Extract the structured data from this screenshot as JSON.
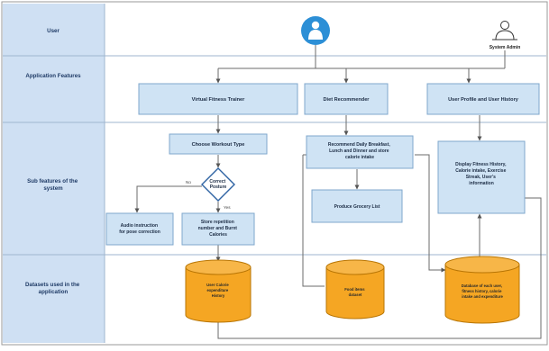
{
  "colors": {
    "lane_label_bg": "#cfe0f3",
    "box_fill": "#cfe3f4",
    "box_stroke": "#7fa7cc",
    "cylinder_fill": "#f5a623",
    "cylinder_stroke": "#b87504",
    "user_icon": "#2c8fd6",
    "line": "#6b6b6b"
  },
  "lanes": [
    {
      "id": "user",
      "label": "User"
    },
    {
      "id": "features",
      "label": "Application Features"
    },
    {
      "id": "subfeatures",
      "label": [
        "Sub features of the",
        "system"
      ]
    },
    {
      "id": "datasets",
      "label": [
        "Datasets used in the",
        "application"
      ]
    }
  ],
  "actors": {
    "user_icon": "user-icon",
    "admin_label": "System Admin",
    "admin_icon": "admin-icon"
  },
  "features": [
    "Virtual Fitness Trainer",
    "Diet Recommender",
    "User Profile and User History"
  ],
  "subfeatures": {
    "choose_workout": "Choose Workout Type",
    "decision": [
      "Correct",
      "Posture"
    ],
    "yes_label": "Yes",
    "no_label": "No",
    "audio": [
      "Audio instruction",
      "for pose correction"
    ],
    "store_reps": [
      "Store repetition",
      "number and Burnt",
      "Calories"
    ],
    "recommend": [
      "Recommend Daily Breakfast,",
      "Lunch and Dinner and store",
      "calorie intake"
    ],
    "grocery": "Produce Grocery List",
    "display_history": [
      "Display Fitness History,",
      "Calorie intake, Exercise",
      "Streak, User's",
      "information"
    ]
  },
  "datasets": [
    [
      "User Calorie",
      "expenditure",
      "History"
    ],
    [
      "Food items",
      "dataset"
    ],
    [
      "Database of each user,",
      "fitness history, calorie",
      "intake and expenditure"
    ]
  ]
}
